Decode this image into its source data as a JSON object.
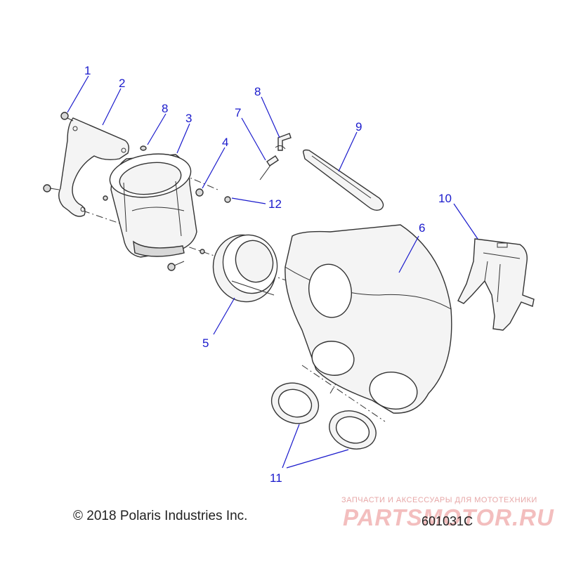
{
  "callouts": [
    {
      "id": "c1",
      "label": "1"
    },
    {
      "id": "c2",
      "label": "2"
    },
    {
      "id": "c3",
      "label": "3"
    },
    {
      "id": "c4",
      "label": "4"
    },
    {
      "id": "c5",
      "label": "5"
    },
    {
      "id": "c6",
      "label": "6"
    },
    {
      "id": "c7",
      "label": "7"
    },
    {
      "id": "c8a",
      "label": "8"
    },
    {
      "id": "c8b",
      "label": "8"
    },
    {
      "id": "c9",
      "label": "9"
    },
    {
      "id": "c10",
      "label": "10"
    },
    {
      "id": "c11",
      "label": "11"
    },
    {
      "id": "c12",
      "label": "12"
    }
  ],
  "footer": {
    "copyright": "© 2018 Polaris Industries Inc.",
    "diagram_id": "601031C"
  },
  "watermark": {
    "tagline": "ЗАПЧАСТИ И АКСЕССУАРЫ ДЛЯ МОТОТЕХНИКИ",
    "logo": "PARTSMOTOR.RU"
  },
  "colors": {
    "callout": "#1a1acc",
    "line": "#333333",
    "watermark": "#de4646"
  }
}
